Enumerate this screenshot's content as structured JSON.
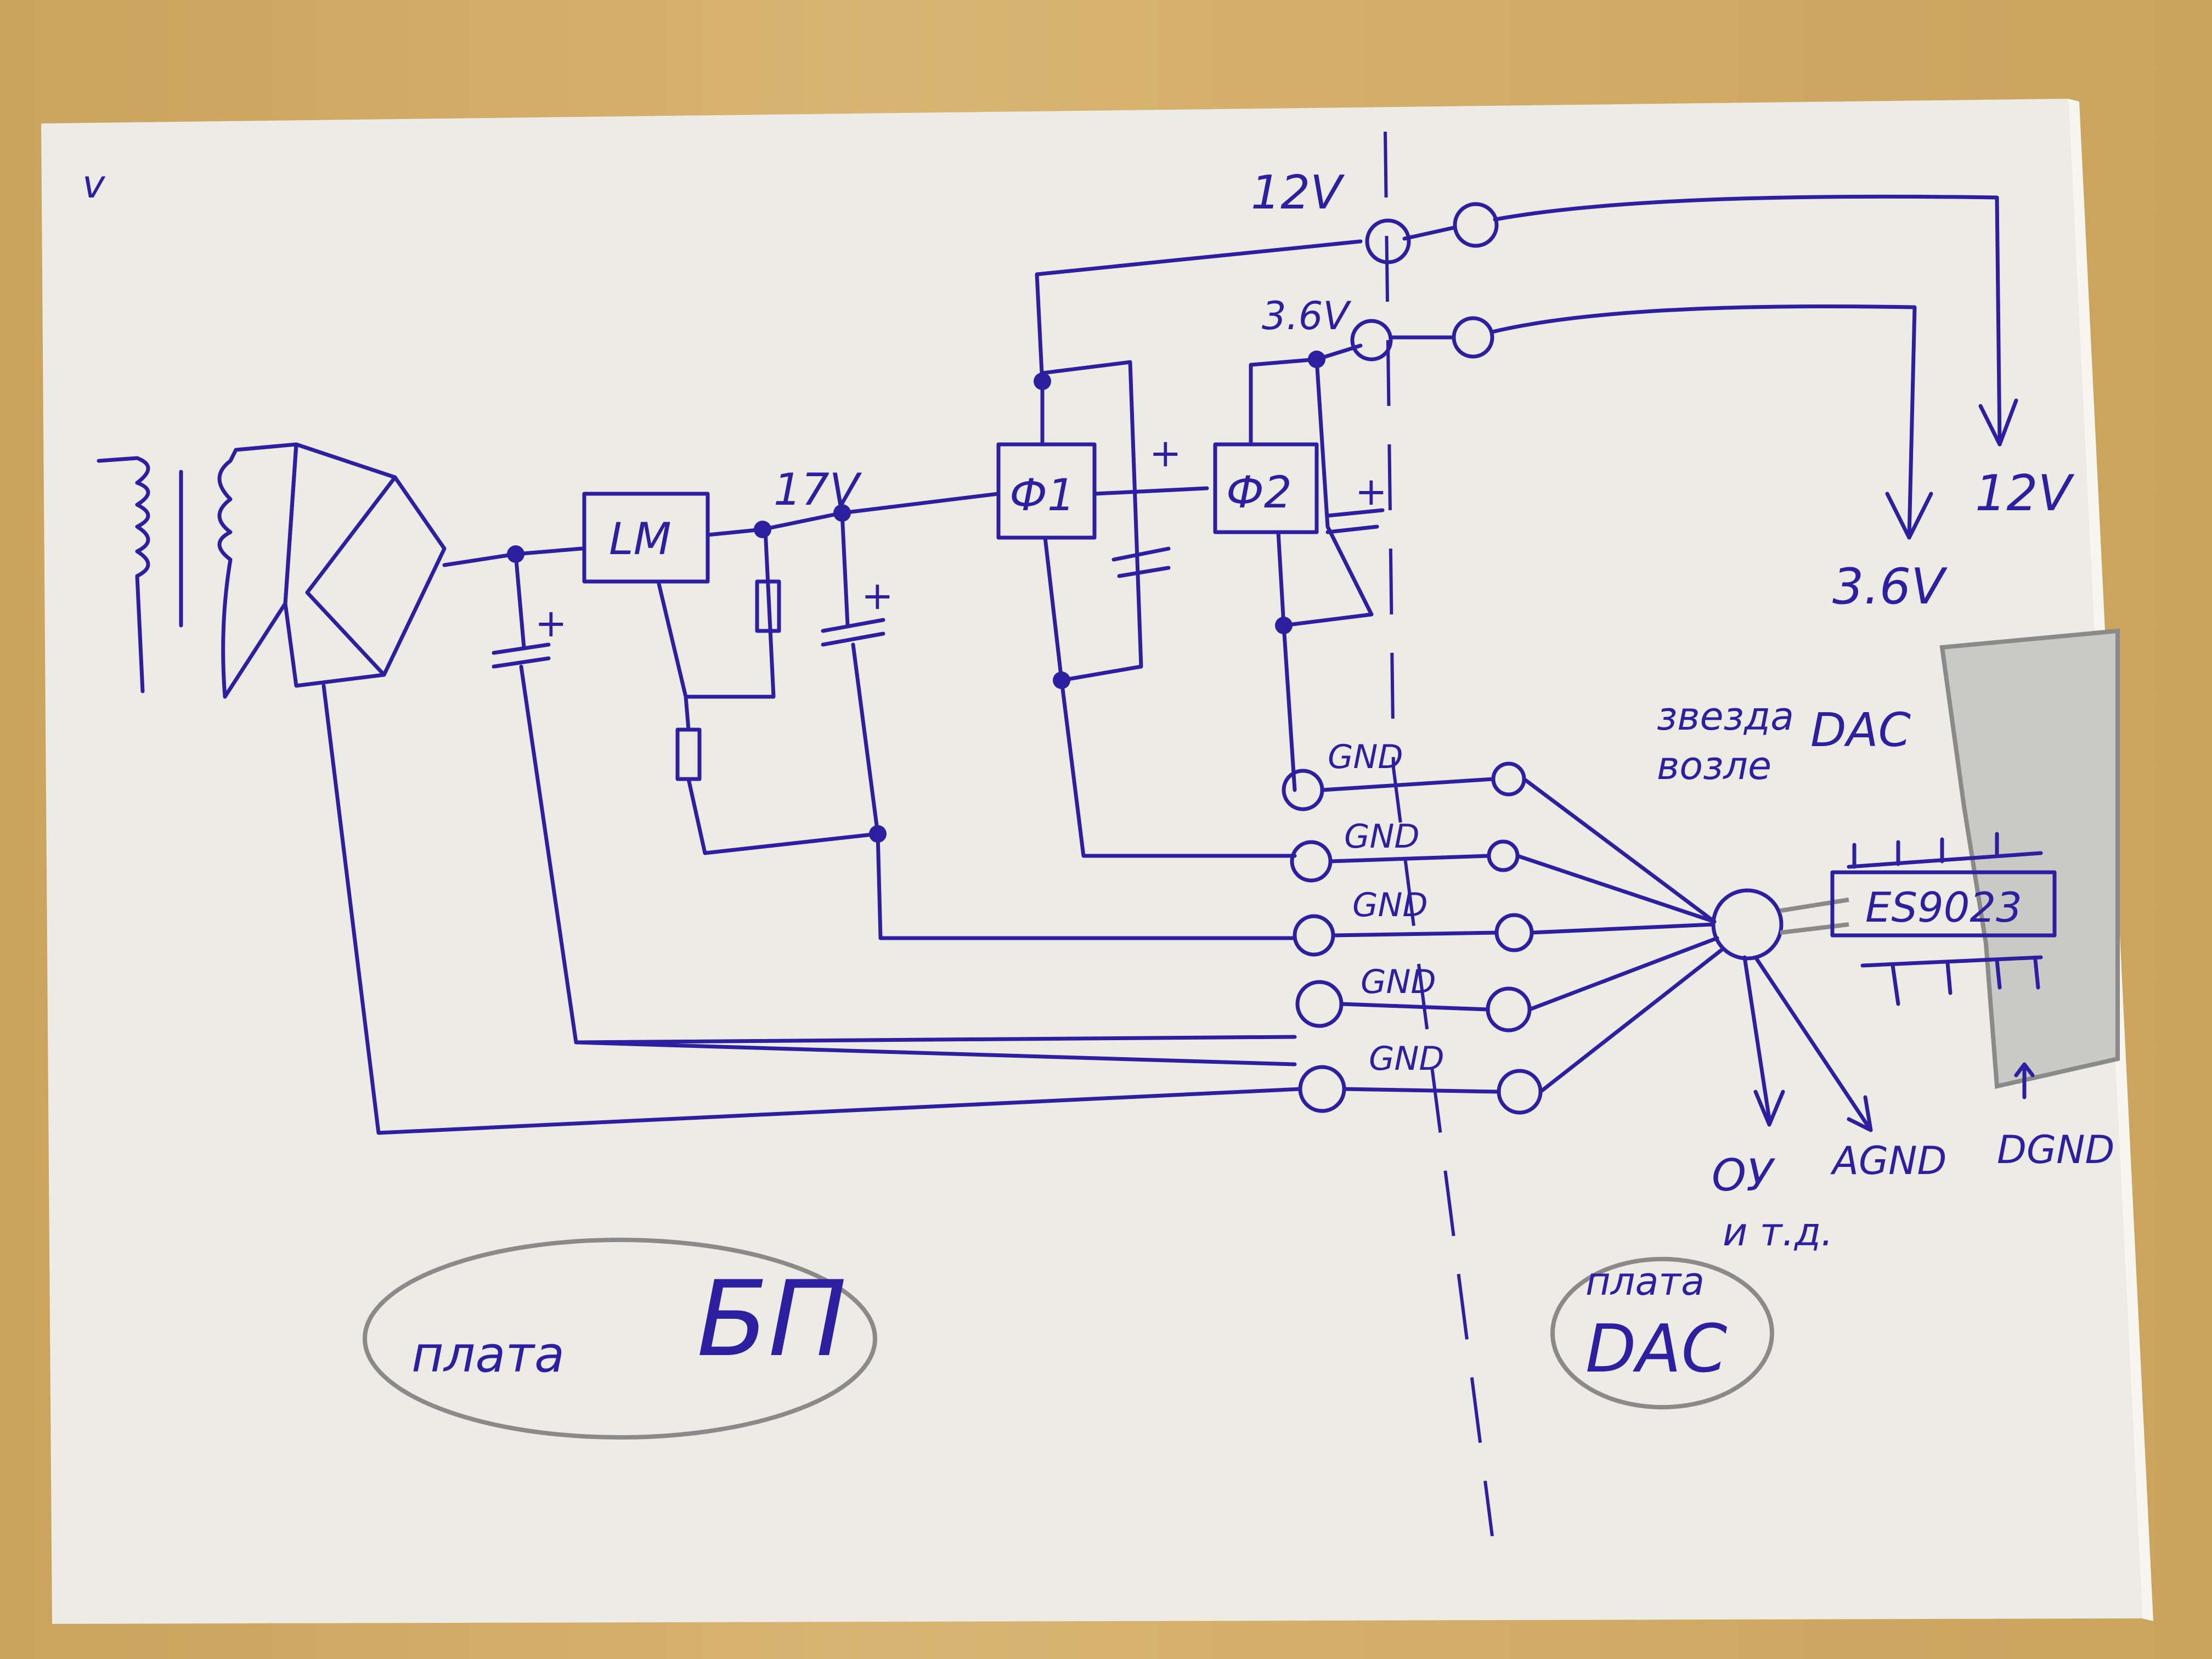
{
  "page": {
    "corner_mark": "v"
  },
  "labels": {
    "v17": "17V",
    "v12_top": "12V",
    "v36_top": "3.6V",
    "v12_out": "12V",
    "v36_out": "3.6V",
    "lm": "LM",
    "f1": "Ф1",
    "f2": "Ф2",
    "plus": "+",
    "gnd": [
      "GND",
      "GND",
      "GND",
      "GND",
      "GND"
    ],
    "star_line1": "звезда",
    "star_line2": "возле",
    "star_dac": "DAC",
    "chip": "ES9023",
    "ou": "ОУ",
    "etc": "и т.д.",
    "agnd": "AGND",
    "dgnd": "DGND",
    "board_psu_word": "плата",
    "board_psu_name": "БП",
    "board_dac_word": "плата",
    "board_dac_name": "DAC"
  },
  "colors": {
    "ink": "#2c1fa0",
    "pencil": "#8a8a8a",
    "paper": "#ecebe6",
    "desk": "#c9a45e"
  }
}
